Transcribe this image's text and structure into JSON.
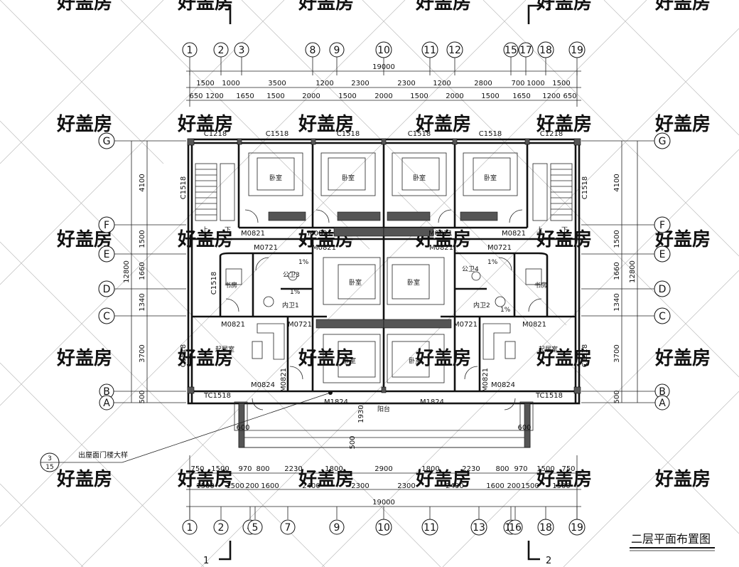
{
  "title": "二层平面布置图",
  "watermark": "好盖房",
  "section_marks": [
    "1",
    "2"
  ],
  "callout": {
    "top": "3",
    "bottom": "15",
    "text": "出屋面门楼大样"
  },
  "balcony_label": "阳台",
  "slope_label": "1%",
  "overall_width": "19000",
  "overall_depth": "12800",
  "top_axes": [
    "1",
    "2",
    "3",
    "8",
    "9",
    "10",
    "11",
    "12",
    "15",
    "17",
    "18",
    "19"
  ],
  "bottom_axes": [
    "1",
    "2",
    "4",
    "5",
    "7",
    "9",
    "10",
    "11",
    "13",
    "15",
    "16",
    "18",
    "19"
  ],
  "row_axes": [
    "G",
    "F",
    "E",
    "D",
    "C",
    "B",
    "A"
  ],
  "top_dims_outer": [
    "1500",
    "1000",
    "3500",
    "1200",
    "2300",
    "2300",
    "1200",
    "2800",
    "700",
    "1000",
    "1500"
  ],
  "top_dims_inner": [
    "650",
    "1200",
    "1650",
    "1500",
    "2000",
    "1500",
    "2000",
    "1500",
    "2000",
    "1500",
    "1650",
    "1200",
    "650"
  ],
  "bottom_dims_inner": [
    "750",
    "1500",
    "970",
    "800",
    "2230",
    "1800",
    "2900",
    "1800",
    "2230",
    "800",
    "970",
    "1500",
    "750"
  ],
  "bottom_dims_outer": [
    "1500",
    "1500",
    "200",
    "1600",
    "2400",
    "2300",
    "2300",
    "2400",
    "1600",
    "200",
    "1500",
    "1500"
  ],
  "side_dims": [
    "4100",
    "1500",
    "1660",
    "1340",
    "3700",
    "500"
  ],
  "small_dims": {
    "eave": "600",
    "balcony_depth": "1930",
    "balcony_lip": "500"
  },
  "windows_top": [
    "C1218",
    "C1518",
    "C1518",
    "C1518",
    "C1518",
    "C1218"
  ],
  "windows_side": "C1518",
  "windows_bottom": "TC1518",
  "doors": {
    "m0821": "M0821",
    "m0721": "M0721",
    "m0824": "M0824",
    "m1824": "M1824"
  },
  "rooms": {
    "bedroom": "卧室",
    "study": "书房",
    "living": "起居室",
    "pub_bath_3": "公卫3",
    "pub_bath_4": "公卫4",
    "en_bath_1": "内卫1",
    "en_bath_2": "内卫2"
  },
  "stair": {
    "up": "上",
    "down": "下"
  }
}
